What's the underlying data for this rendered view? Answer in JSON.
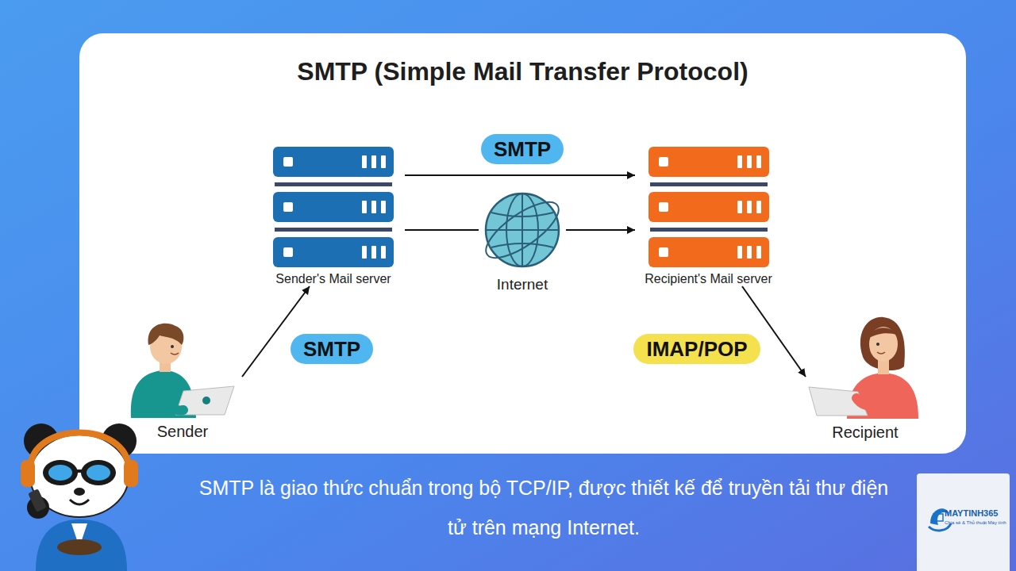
{
  "diagram": {
    "title": "SMTP (Simple Mail Transfer Protocol)",
    "caption": "SMTP là giao thức chuẩn trong bộ TCP/IP, được thiết kế để truyền tải thư điện tử trên mạng Internet.",
    "nodes": [
      {
        "text": [
          "Sender's Mail server"
        ]
      },
      {
        "text": [
          "Internet"
        ]
      },
      {
        "text": [
          "Recipient's Mail server"
        ]
      },
      {
        "text": [
          "Sender"
        ]
      },
      {
        "text": [
          "Recipient"
        ]
      }
    ],
    "edges": [
      {
        "from": 3,
        "to": 0,
        "label": "SMTP",
        "arrow": "to"
      },
      {
        "from": 0,
        "to": 2,
        "label": "SMTP",
        "arrow": "to"
      },
      {
        "from": 0,
        "to": 1,
        "arrow": "none"
      },
      {
        "from": 1,
        "to": 2,
        "arrow": "to"
      },
      {
        "from": 2,
        "to": 4,
        "label": "IMAP/POP",
        "arrow": "to"
      }
    ],
    "labels": [
      "MAYTINH365",
      "Chia sẻ & Thủ thuật Máy tính"
    ]
  }
}
